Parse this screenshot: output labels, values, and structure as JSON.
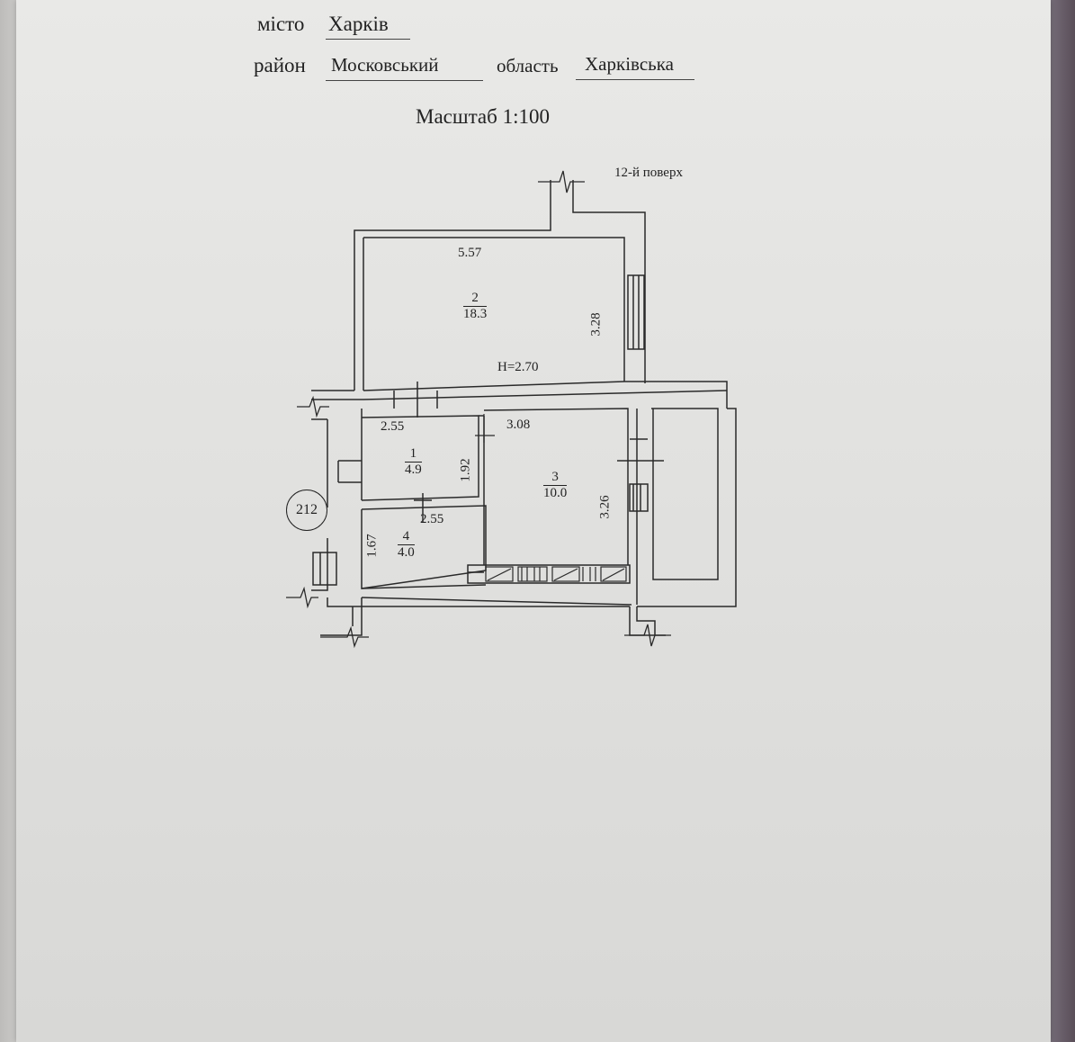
{
  "header": {
    "city_label": "місто",
    "city_value": "Харків",
    "district_label": "район",
    "district_value": "Московський",
    "region_label": "область",
    "region_value": "Харківська"
  },
  "scale": "Масштаб 1:100",
  "floor": "12-й поверх",
  "ceiling_height": "H=2.70",
  "building_badge": "212",
  "rooms": [
    {
      "number": "2",
      "area": "18.3",
      "width": "5.57",
      "depth": "3.28"
    },
    {
      "number": "1",
      "area": "4.9",
      "width": "2.55",
      "depth": "1.92"
    },
    {
      "number": "3",
      "area": "10.0",
      "width": "3.08",
      "depth": "3.26"
    },
    {
      "number": "4",
      "area": "4.0",
      "width": "2.55",
      "depth": "1.67"
    }
  ]
}
